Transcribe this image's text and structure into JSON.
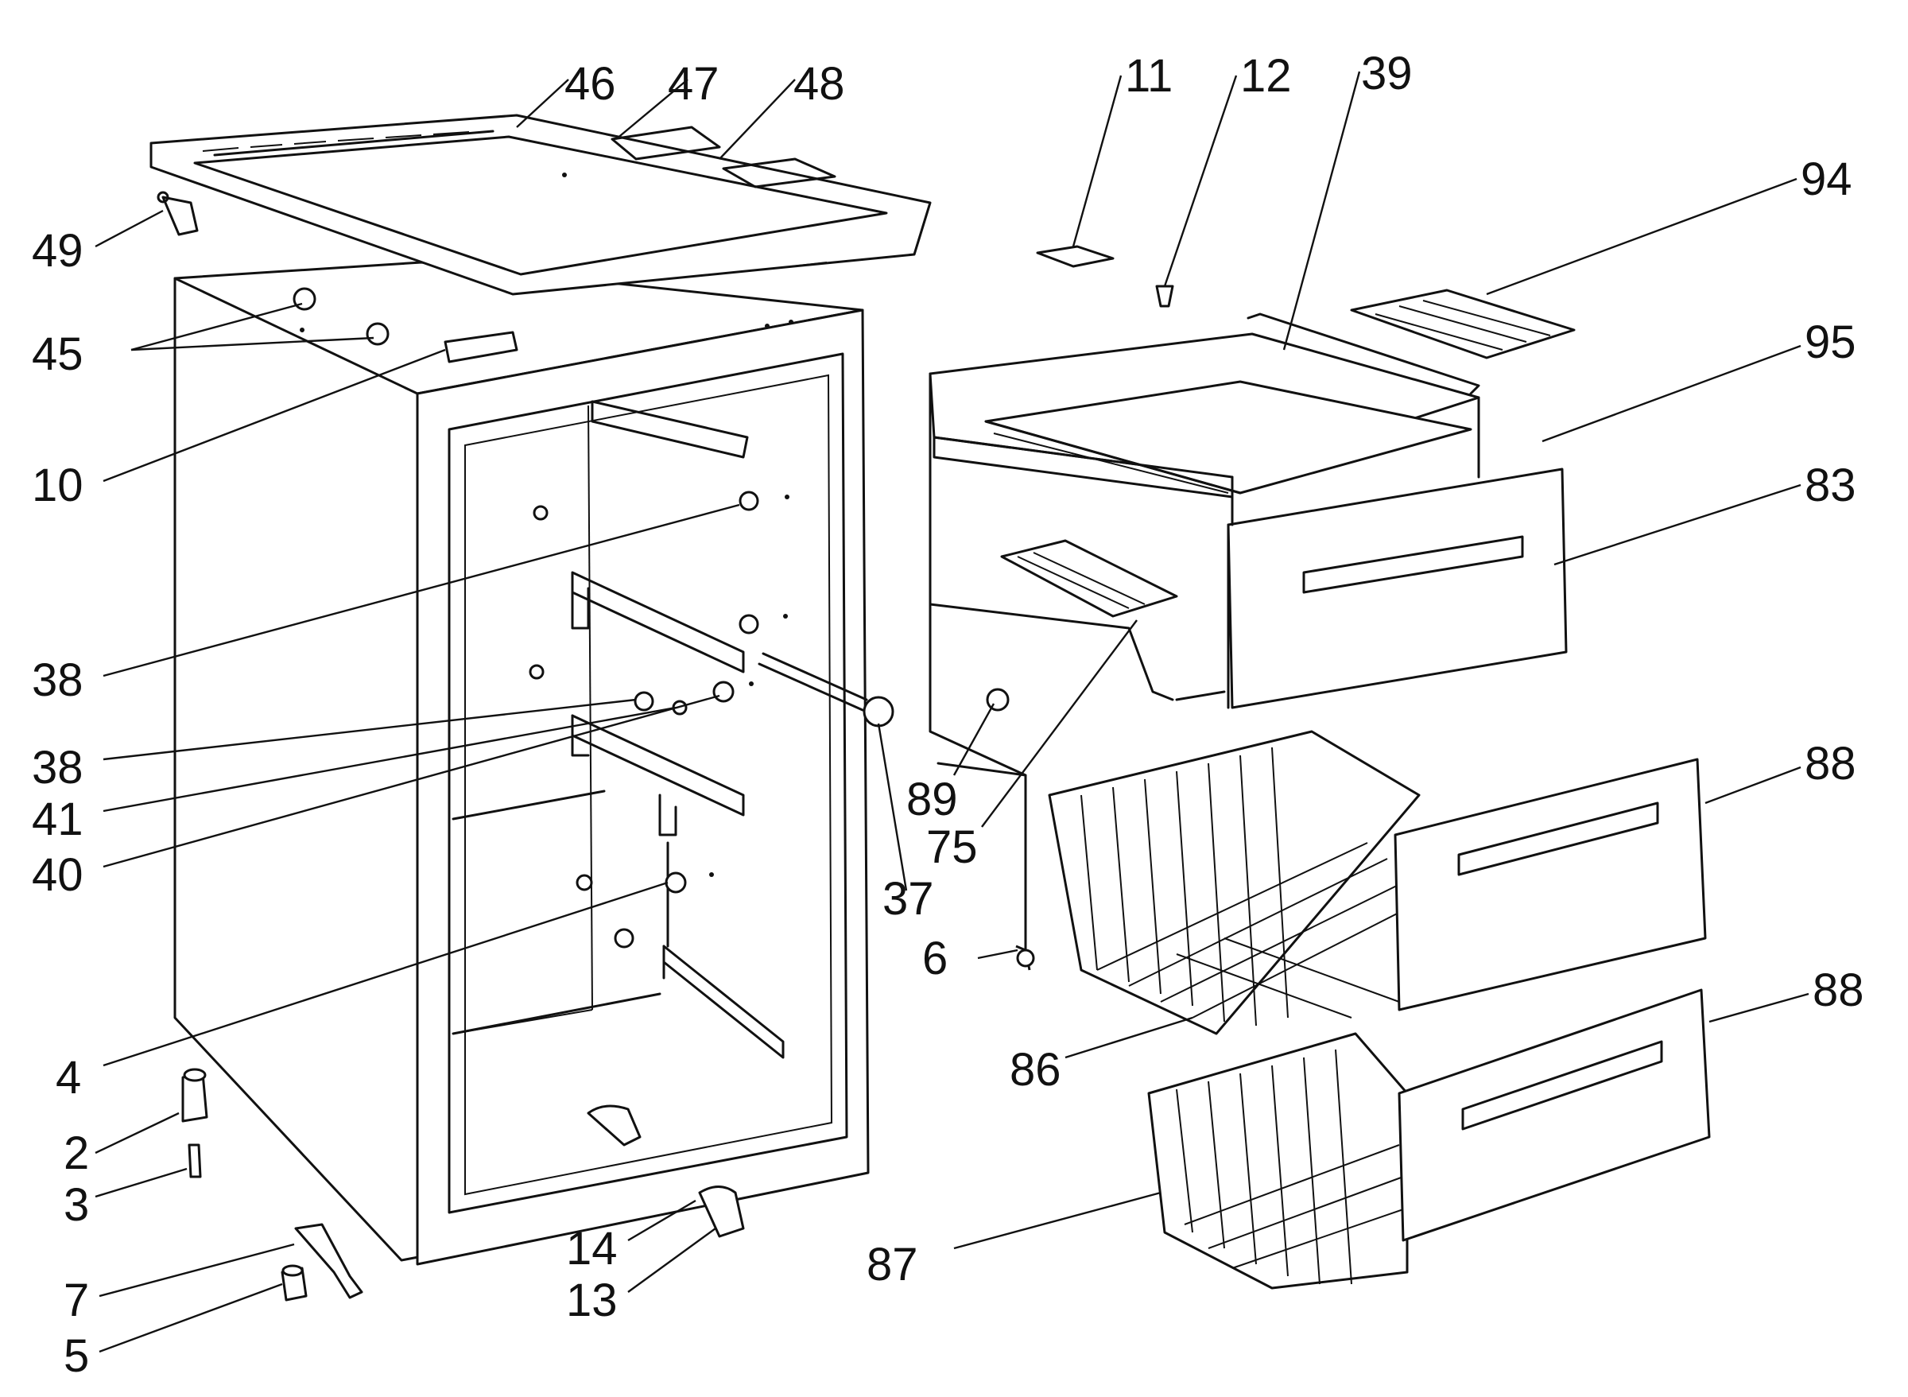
{
  "labels": {
    "p2": "2",
    "p3": "3",
    "p4": "4",
    "p5": "5",
    "p6": "6",
    "p7": "7",
    "p10": "10",
    "p11": "11",
    "p12": "12",
    "p13": "13",
    "p14": "14",
    "p37": "37",
    "p38a": "38",
    "p38b": "38",
    "p39": "39",
    "p40": "40",
    "p41": "41",
    "p45": "45",
    "p46": "46",
    "p47": "47",
    "p48": "48",
    "p49": "49",
    "p75": "75",
    "p83": "83",
    "p86": "86",
    "p87": "87",
    "p88a": "88",
    "p88b": "88",
    "p89": "89",
    "p94": "94",
    "p95": "95"
  }
}
